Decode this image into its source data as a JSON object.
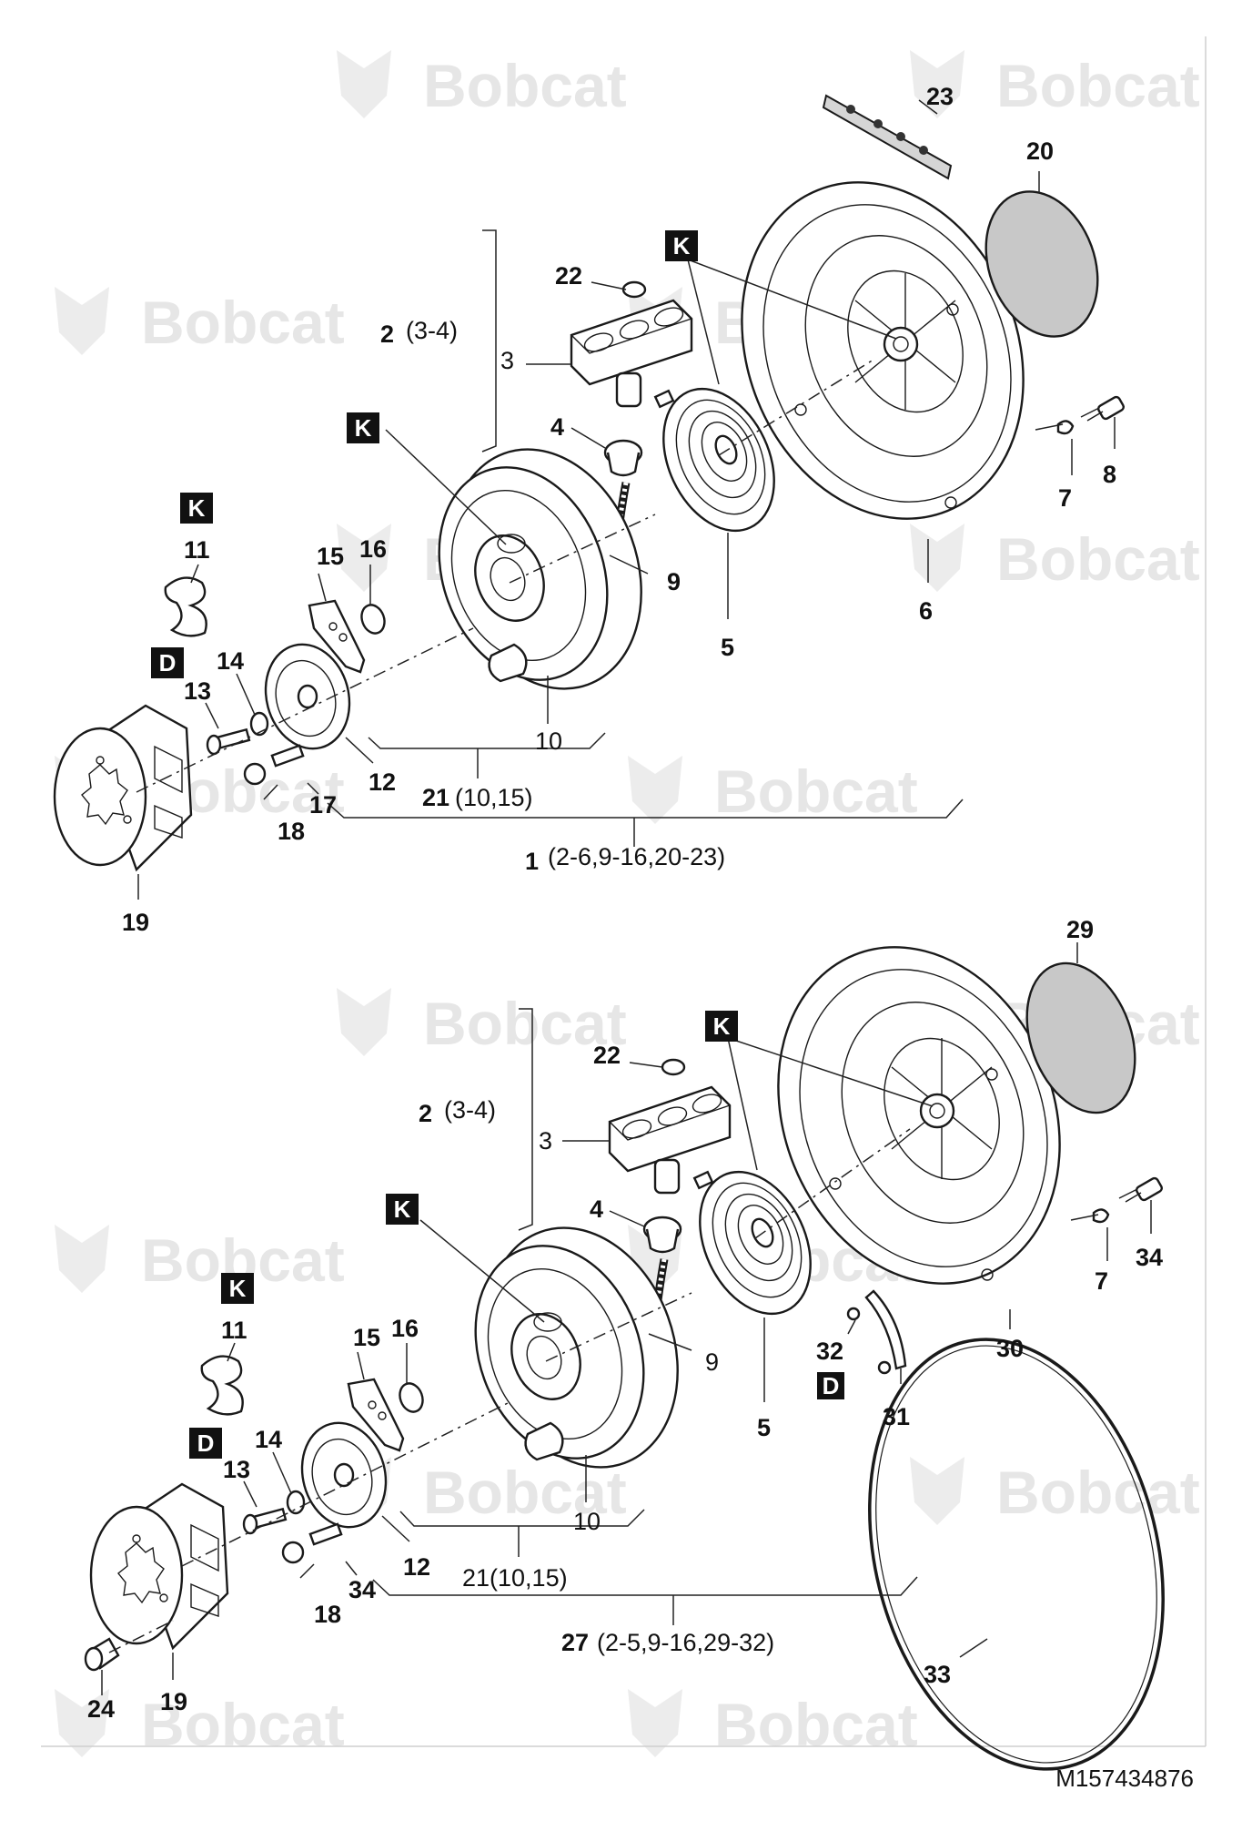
{
  "watermark": {
    "brand": "Bobcat"
  },
  "drawing_code": "M157434876",
  "top_assembly": {
    "labels": {
      "p1": "1",
      "p1_range": "(2-6,9-16,20-23)",
      "p2": "2",
      "p2_range": "(3-4)",
      "p3": "3",
      "p4": "4",
      "p5": "5",
      "p6": "6",
      "p7": "7",
      "p8": "8",
      "p9": "9",
      "p10": "10",
      "p11": "11",
      "p12": "12",
      "p13": "13",
      "p14": "14",
      "p15": "15",
      "p16": "16",
      "p17": "17",
      "p18": "18",
      "p19": "19",
      "p20": "20",
      "p21": "21",
      "p21_range": "(10,15)",
      "p22": "22",
      "p23": "23"
    },
    "markers": {
      "k1": "K",
      "k2": "K",
      "k3": "K",
      "d1": "D"
    }
  },
  "bottom_assembly": {
    "labels": {
      "p2": "2",
      "p2_range": "(3-4)",
      "p3": "3",
      "p4": "4",
      "p5": "5",
      "p7": "7",
      "p9": "9",
      "p10": "10",
      "p11": "11",
      "p12": "12",
      "p13": "13",
      "p14": "14",
      "p15": "15",
      "p16": "16",
      "p18": "18",
      "p19": "19",
      "p21_full": "21(10,15)",
      "p22": "22",
      "p24": "24",
      "p27": "27",
      "p27_range": "(2-5,9-16,29-32)",
      "p29": "29",
      "p30": "30",
      "p31": "31",
      "p32": "32",
      "p33": "33",
      "p34a": "34",
      "p34b": "34"
    },
    "markers": {
      "k1": "K",
      "k2": "K",
      "k3": "K",
      "d1": "D",
      "d2": "D"
    }
  }
}
